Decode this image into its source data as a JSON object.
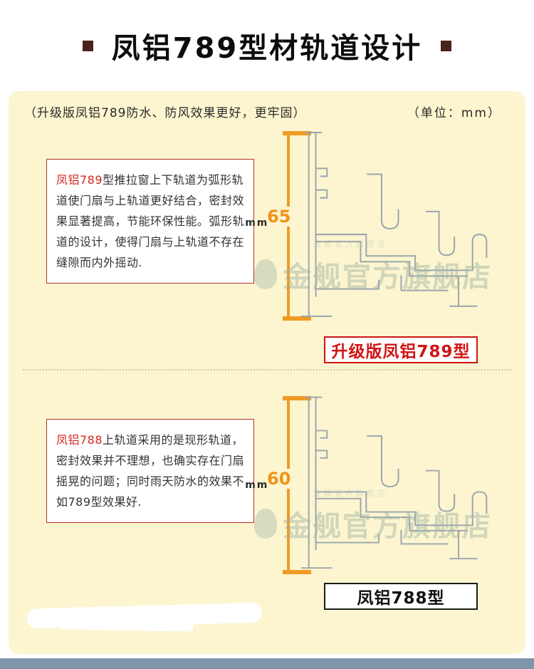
{
  "header": {
    "title": "凤铝789型材轨道设计"
  },
  "panel": {
    "subtitle": "（升级版凤铝789防水、防风效果更好，更牢固）",
    "unit_note": "（单位：mm）"
  },
  "section_789": {
    "desc_highlight": "凤铝789",
    "desc_body": "型推拉窗上下轨道为弧形轨道使门扇与上轨道更好结合，密封效果显著提高，节能环保性能。弧形轨道的设计，使得门扇与上轨道不存在缝隙而内外摇动.",
    "dimension_value": "65",
    "dimension_unit": "mm",
    "model_label": "升级版凤铝789型"
  },
  "section_788": {
    "desc_highlight": "凤铝788",
    "desc_body": "上轨道采用的是现形轨道，密封效果并不理想，也确实存在门扇摇晃的问题；同时雨天防水的效果不如789型效果好.",
    "dimension_value": "60",
    "dimension_unit": "mm",
    "model_label": "凤铝788型"
  },
  "watermark": {
    "text": "金舰官方旗舰店"
  },
  "colors": {
    "accent_red": "#d3281e",
    "dimension_orange": "#f09a23",
    "panel_background": "#fcf5cf",
    "drawing_line": "#9aa6ae",
    "footer_bar": "#8095aa"
  }
}
